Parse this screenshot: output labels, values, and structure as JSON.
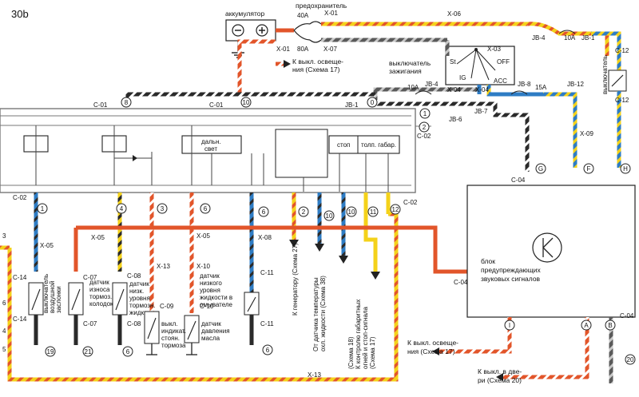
{
  "page_label": "30b",
  "colors": {
    "red": "#e2552a",
    "yellow": "#f4d21a",
    "blue": "#2e7cc4",
    "black": "#2a2a2a",
    "grey": "#7d7d7d",
    "white": "#ffffff"
  },
  "top": {
    "battery": "аккумулятор",
    "fuse_title": "предохранитель",
    "fuse_40": "40A",
    "fuse_80": "80A",
    "x01a": "X-01",
    "x01b": "X-01",
    "x06": "X-06",
    "x07": "X-07",
    "x03": "X-03",
    "x04": "X-04",
    "x04b": "X-04",
    "jb4": "JB-4",
    "jb4b": "JB-4",
    "jb1": "JB-1",
    "jb1b": "JB-1",
    "jb6": "JB-6",
    "jb7": "JB-7",
    "jb8": "JB-8",
    "jb12": "JB-12",
    "f10a": "10A",
    "f10b": "10A",
    "f15": "15A",
    "light_switch_line1": "К выкл. освеще-",
    "light_switch_line2": "ния (Схема 17)",
    "ign_line1": "выключатель",
    "ign_line2": "зажигания",
    "st": "St",
    "ig": "IG",
    "acc": "ACC",
    "off": "OFF",
    "switch_vertical": "выключатель",
    "c12a": "C-12",
    "c12b": "C-12",
    "x09": "X-09"
  },
  "panel": {
    "c01a": "C-01",
    "c01b": "C-01",
    "p8": "8",
    "p10": "10",
    "p0": "0",
    "p1": "1",
    "p2": "2",
    "c02": "C-02",
    "c02b": "C-02",
    "c02c": "C-02",
    "daln_line1": "дальн.",
    "daln_line2": "свет",
    "stop": "стоп",
    "gabar": "толп. габар."
  },
  "connectors": {
    "n1": "1",
    "n4": "4",
    "n3": "3",
    "n6a": "6",
    "n6b": "6",
    "n2": "2",
    "n10a": "10",
    "n10b": "10",
    "n11": "11",
    "n12": "12",
    "x05a": "X-05",
    "x05b": "X-05",
    "x05c": "X-05",
    "x08": "X-08",
    "x13a": "X-13",
    "x13b": "X-13",
    "x10": "X-10",
    "c14a": "C-14",
    "c14b": "C-14",
    "c07a": "C-07",
    "c07b": "C-07",
    "c08a": "C-08",
    "c08b": "C-08",
    "c09": "C-09",
    "c10": "C-10",
    "c11a": "C-11",
    "c11b": "C-11",
    "c04a": "C-04",
    "c04b": "C-04",
    "c04c": "C-04",
    "g19": "19",
    "g21": "21",
    "g6a": "6",
    "g6b": "6",
    "g20": "20"
  },
  "sensors": {
    "s1": [
      "выключатель",
      "воздушной",
      "заслонки"
    ],
    "s2": [
      "датчик",
      "износа",
      "тормоз.",
      "колодок"
    ],
    "s3": [
      "датчик",
      "низк.",
      "уровня",
      "тормозн.",
      "жидк."
    ],
    "s4": [
      "выкл.",
      "индикат.",
      "стоян.",
      "тормоза"
    ],
    "s5": [
      "датчик",
      "низкого",
      "уровня",
      "жидкости в",
      "омывателе"
    ],
    "s6": [
      "датчик",
      "давления",
      "масла"
    ]
  },
  "outputs": {
    "gen": "К генератору (Схема 27)",
    "temp1": "От датчика температуры",
    "temp2": "охл. жидкости (Схема 38)",
    "gab1": "(Схема 18)",
    "gab2": "К контролю габаритных",
    "gab3": "огней и стоп-сигнала",
    "gab4": "(Схема 17)"
  },
  "buzzer": {
    "line1": "блок",
    "line2": "предупреждающих",
    "line3": "звуковых сигналов",
    "pin_g": "G",
    "pin_f": "F",
    "pin_h": "H",
    "pin_i": "I",
    "pin_a": "A",
    "pin_b": "B",
    "out1_line1": "К выкл. освеще-",
    "out1_line2": "ния (Схема 17)",
    "out2_line1": "К выкл. в две-",
    "out2_line2": "ри (Схема 20)"
  },
  "left_edge": [
    "3",
    "6",
    "4",
    "5"
  ]
}
